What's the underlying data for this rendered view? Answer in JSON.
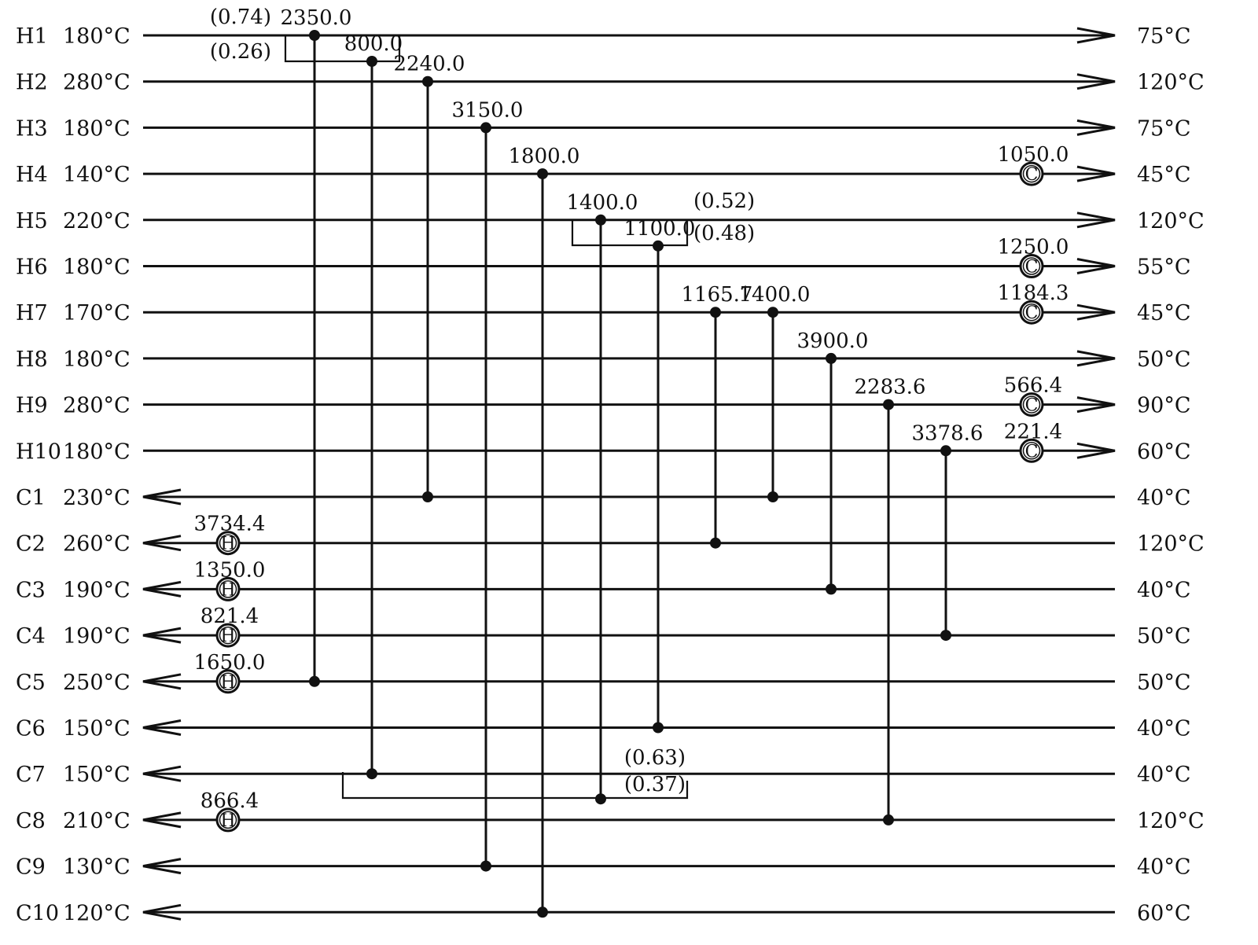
{
  "diagram": {
    "type": "heat-exchanger-network",
    "hot_streams": [
      {
        "id": "H1",
        "inlet": "180°C",
        "outlet": "75°C"
      },
      {
        "id": "H2",
        "inlet": "280°C",
        "outlet": "120°C"
      },
      {
        "id": "H3",
        "inlet": "180°C",
        "outlet": "75°C"
      },
      {
        "id": "H4",
        "inlet": "140°C",
        "outlet": "45°C"
      },
      {
        "id": "H5",
        "inlet": "220°C",
        "outlet": "120°C"
      },
      {
        "id": "H6",
        "inlet": "180°C",
        "outlet": "55°C"
      },
      {
        "id": "H7",
        "inlet": "170°C",
        "outlet": "45°C"
      },
      {
        "id": "H8",
        "inlet": "180°C",
        "outlet": "50°C"
      },
      {
        "id": "H9",
        "inlet": "280°C",
        "outlet": "90°C"
      },
      {
        "id": "H10",
        "inlet": "180°C",
        "outlet": "60°C"
      }
    ],
    "cold_streams": [
      {
        "id": "C1",
        "outlet": "230°C",
        "inlet": "40°C"
      },
      {
        "id": "C2",
        "outlet": "260°C",
        "inlet": "120°C"
      },
      {
        "id": "C3",
        "outlet": "190°C",
        "inlet": "40°C"
      },
      {
        "id": "C4",
        "outlet": "190°C",
        "inlet": "50°C"
      },
      {
        "id": "C5",
        "outlet": "250°C",
        "inlet": "50°C"
      },
      {
        "id": "C6",
        "outlet": "150°C",
        "inlet": "40°C"
      },
      {
        "id": "C7",
        "outlet": "150°C",
        "inlet": "40°C"
      },
      {
        "id": "C8",
        "outlet": "210°C",
        "inlet": "120°C"
      },
      {
        "id": "C9",
        "outlet": "130°C",
        "inlet": "40°C"
      },
      {
        "id": "C10",
        "outlet": "120°C",
        "inlet": "60°C"
      }
    ],
    "exchangers": [
      {
        "hot": "H1",
        "cold": "C5",
        "duty": "2350.0"
      },
      {
        "hot": "H1",
        "cold": "C7",
        "duty": "800.0"
      },
      {
        "hot": "H2",
        "cold": "C1",
        "duty": "2240.0"
      },
      {
        "hot": "H3",
        "cold": "C9",
        "duty": "3150.0"
      },
      {
        "hot": "H4",
        "cold": "C10",
        "duty": "1800.0"
      },
      {
        "hot": "H5",
        "cold": "C7",
        "duty": "1400.0"
      },
      {
        "hot": "H5",
        "cold": "C6",
        "duty": "1100.0"
      },
      {
        "hot": "H7",
        "cold": "C2",
        "duty": "1165.7"
      },
      {
        "hot": "H7",
        "cold": "C1",
        "duty": "1400.0"
      },
      {
        "hot": "H8",
        "cold": "C3",
        "duty": "3900.0"
      },
      {
        "hot": "H9",
        "cold": "C8",
        "duty": "2283.6"
      },
      {
        "hot": "H10",
        "cold": "C4",
        "duty": "3378.6"
      }
    ],
    "coolers": [
      {
        "stream": "H4",
        "duty": "1050.0",
        "symbol": "C"
      },
      {
        "stream": "H6",
        "duty": "1250.0",
        "symbol": "C"
      },
      {
        "stream": "H7",
        "duty": "1184.3",
        "symbol": "C"
      },
      {
        "stream": "H9",
        "duty": "566.4",
        "symbol": "C"
      },
      {
        "stream": "H10",
        "duty": "221.4",
        "symbol": "C"
      }
    ],
    "heaters": [
      {
        "stream": "C2",
        "duty": "3734.4",
        "symbol": "H"
      },
      {
        "stream": "C3",
        "duty": "1350.0",
        "symbol": "H"
      },
      {
        "stream": "C4",
        "duty": "821.4",
        "symbol": "H"
      },
      {
        "stream": "C5",
        "duty": "1650.0",
        "symbol": "H"
      },
      {
        "stream": "C8",
        "duty": "866.4",
        "symbol": "H"
      }
    ],
    "split_fractions": [
      {
        "stream": "H1",
        "branch_a": "(0.74)",
        "branch_b": "(0.26)"
      },
      {
        "stream": "H5",
        "branch_a": "(0.52)",
        "branch_b": "(0.48)"
      },
      {
        "stream": "C7",
        "branch_a": "(0.63)",
        "branch_b": "(0.37)"
      }
    ]
  }
}
